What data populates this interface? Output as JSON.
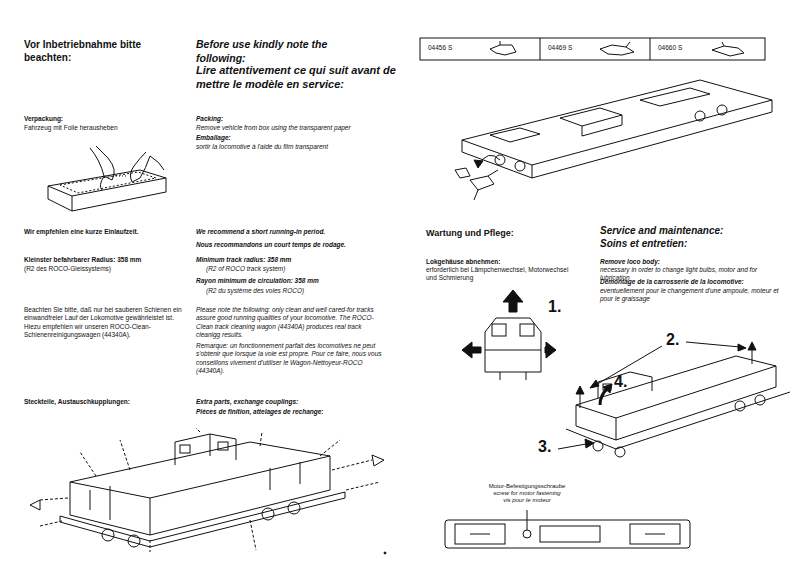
{
  "diagram": {
    "labels": [
      "Vor Inbetriebnahme bitte beachten:",
      "Before use kindly note the following:",
      "Lire attentivement ce qui suit avant de mettre le modèle en service:",
      "Verpackung:",
      "Fahrzeug mit Folie herausheben",
      "Packing:",
      "Remove vehicle from box using the transparent paper",
      "Emballage:",
      "sortir la locomotive à l'aide du film transparent",
      "Wir empfehlen eine kurze Einlaufzeit.",
      "We recommend a short running-in period.",
      "Nous recommandons un court temps de rodage.",
      "Kleinster befahrbarer Radius: 358 mm",
      "(R2 des ROCO-Gleissystems)",
      "Minimum track radius: 358 mm",
      "(R2 of ROCO track system)",
      "Rayon minimum de circulation: 358 mm",
      "(R2 du système des voies ROCO)",
      "Beachten Sie bitte, daß nur bei sauberen Schienen ein einwandfreier Lauf der Lokomotive gewährleistet ist. Hiezu empfehlen wir unseren ROCO-Clean-Schienenreinigungswagen (44340A).",
      "Please note the following: only clean and well cared-for tracks assure good running qualities of your locomotive. The ROCO-Clean track cleaning wagon (44340A) produces real track cleanigg results.",
      "Remarque: un fonctionnement parfait des locomotives ne peut s'obtenir que lorsque la voie est propre. Pour ce faire, nous vous conseillons vivement d'utiliser le Wagon-Nettoyeur-ROCO (44340A).",
      "Steckteile, Austauschkupplungen:",
      "Extra parts, exchange couplings:",
      "Pièces de finition, attelages de rechange:",
      "04456 S",
      "04469 S",
      "04660 S",
      "Wartung und Pflege:",
      "Service and maintenance:",
      "Soins et entretien:",
      "Lokgehäuse abnehmen:",
      "erforderlich bei Lämpchenwechsel, Motorwechsel und Schmierung",
      "Remove loco body:",
      "necessary in order to change light bulbs, motor and for lubrication",
      "Démontage de la carrosserie de la locomotive:",
      "eventuellement pour le changement d'une ampoule, moteur et pour le graissage",
      "1.",
      "2.",
      "3.",
      "4.",
      "Motor-Befestigungsschraube",
      "screw for motor fastening",
      "vis pour le moteur"
    ]
  }
}
